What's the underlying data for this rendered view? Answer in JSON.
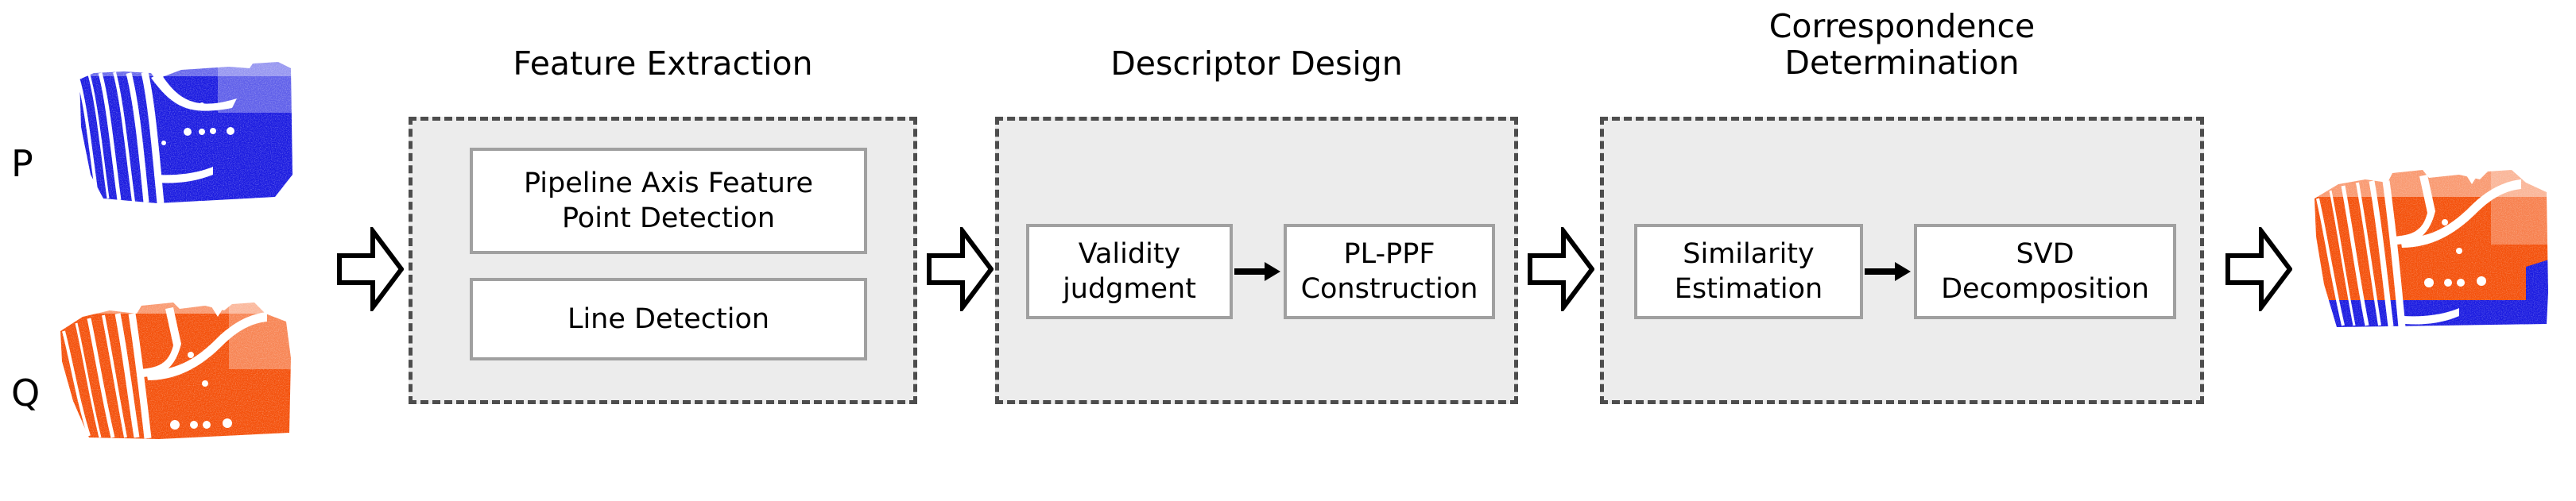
{
  "diagram": {
    "title_implicit": "",
    "colors": {
      "source_cloud_blue": "#1a1ae0",
      "target_cloud_orange": "#f4500a",
      "stage_fill": "#ececec",
      "stage_dashed_border": "#4d4d4d",
      "sub_box_border": "#a0a0a0",
      "sub_box_fill": "#ffffff",
      "arrow_outline": "#000000",
      "canvas_background": "#ffffff"
    },
    "inputs": [
      {
        "label": "P",
        "cloud_name": "source-point-cloud",
        "color": "#1a1ae0"
      },
      {
        "label": "Q",
        "cloud_name": "target-point-cloud",
        "color": "#f4500a"
      }
    ],
    "output": {
      "cloud_name": "registered-point-cloud",
      "colors": [
        "#f4500a",
        "#1a1ae0"
      ]
    },
    "stages": [
      {
        "id": "feature-extraction",
        "title": "Feature Extraction",
        "sub_boxes": [
          {
            "id": "pipeline-axis-feature-point-detection",
            "label": "Pipeline Axis Feature\nPoint Detection"
          },
          {
            "id": "line-detection",
            "label": "Line Detection"
          }
        ],
        "inner_arrows": 0,
        "layout": "stacked"
      },
      {
        "id": "descriptor-design",
        "title": "Descriptor Design",
        "sub_boxes": [
          {
            "id": "validity-judgment",
            "label": "Validity\njudgment"
          },
          {
            "id": "pl-ppf-construction",
            "label": "PL-PPF\nConstruction"
          }
        ],
        "inner_arrows": 1,
        "layout": "row"
      },
      {
        "id": "correspondence-determination",
        "title": "Correspondence\nDetermination",
        "sub_boxes": [
          {
            "id": "similarity-estimation",
            "label": "Similarity\nEstimation"
          },
          {
            "id": "svd-decomposition",
            "label": "SVD\nDecomposition"
          }
        ],
        "inner_arrows": 1,
        "layout": "row"
      }
    ],
    "block_arrows": [
      {
        "id": "arrow-inputs-to-feature-extraction"
      },
      {
        "id": "arrow-feature-extraction-to-descriptor-design"
      },
      {
        "id": "arrow-descriptor-design-to-correspondence-determination"
      },
      {
        "id": "arrow-correspondence-determination-to-output"
      }
    ]
  }
}
